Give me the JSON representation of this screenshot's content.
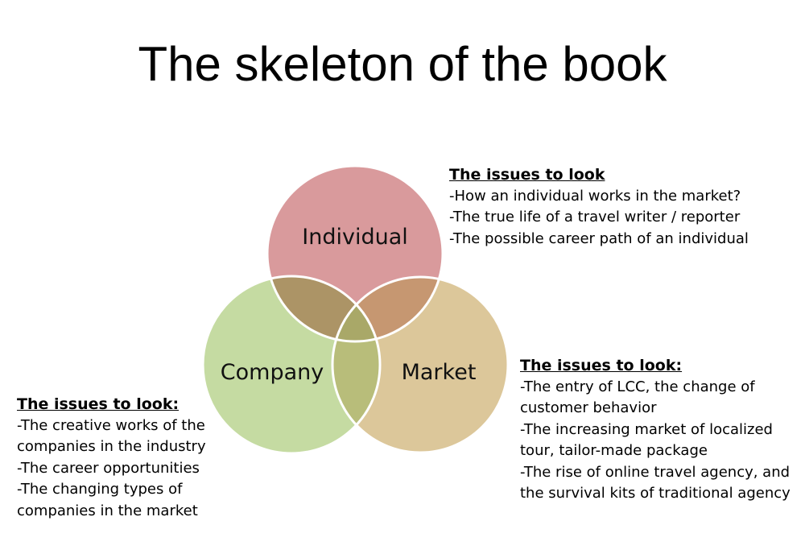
{
  "title": "The skeleton of the book",
  "colors": {
    "individual": "#d99a9c",
    "company": "#c5dba2",
    "market": "#dcc79a",
    "individual_company_overlap": "#ac9466",
    "individual_market_overlap": "#c69771",
    "company_market_overlap": "#b8bd7a",
    "center_overlap": "#a9a868",
    "circle_stroke": "#ffffff"
  },
  "circles": {
    "individual": {
      "label": "Individual"
    },
    "company": {
      "label": "Company"
    },
    "market": {
      "label": "Market"
    }
  },
  "notes": {
    "individual": {
      "heading": "The issues to look",
      "lines": [
        "-How an individual works in the market?",
        "-The true life of a travel writer / reporter",
        "-The possible career path of an individual"
      ]
    },
    "market": {
      "heading": "The issues to look:",
      "lines": [
        "-The entry of LCC, the change of",
        "customer behavior",
        "-The increasing market of localized",
        "tour, tailor-made package",
        "-The rise of online travel agency, and",
        "the survival kits of traditional agency"
      ]
    },
    "company": {
      "heading": "The issues to look:",
      "lines": [
        "-The creative works of the",
        "companies in the industry",
        "-The career opportunities",
        "-The changing types of",
        "companies in the market"
      ]
    }
  }
}
